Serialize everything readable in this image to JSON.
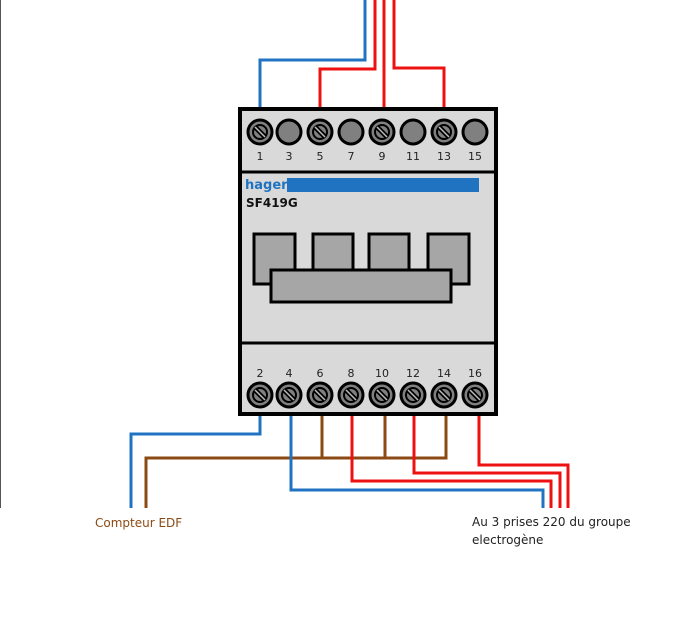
{
  "device": {
    "brand": "hager",
    "model": "SF419G"
  },
  "top_terminals": [
    {
      "label": "1",
      "type": "screw"
    },
    {
      "label": "3",
      "type": "plain"
    },
    {
      "label": "5",
      "type": "screw"
    },
    {
      "label": "7",
      "type": "plain"
    },
    {
      "label": "9",
      "type": "screw"
    },
    {
      "label": "11",
      "type": "plain"
    },
    {
      "label": "13",
      "type": "screw"
    },
    {
      "label": "15",
      "type": "plain"
    }
  ],
  "bottom_terminals": [
    {
      "label": "2",
      "type": "screw"
    },
    {
      "label": "4",
      "type": "screw"
    },
    {
      "label": "6",
      "type": "screw"
    },
    {
      "label": "8",
      "type": "screw"
    },
    {
      "label": "10",
      "type": "screw"
    },
    {
      "label": "12",
      "type": "screw"
    },
    {
      "label": "14",
      "type": "screw"
    },
    {
      "label": "16",
      "type": "screw"
    }
  ],
  "wires": {
    "top": [
      {
        "terminal": "1",
        "color": "neutral"
      },
      {
        "terminal": "5",
        "color": "phase"
      },
      {
        "terminal": "9",
        "color": "phase"
      },
      {
        "terminal": "13",
        "color": "phase"
      }
    ],
    "bottom": [
      {
        "terminal": "2",
        "color": "neutral",
        "destination": "Compteur EDF"
      },
      {
        "terminal": "4",
        "color": "neutral",
        "destination": "groupe electrogène"
      },
      {
        "terminal": "6",
        "color": "earth",
        "destination": "Compteur EDF"
      },
      {
        "terminal": "8",
        "color": "phase",
        "destination": "groupe electrogène"
      },
      {
        "terminal": "10",
        "color": "earth",
        "destination": "Compteur EDF"
      },
      {
        "terminal": "12",
        "color": "phase",
        "destination": "groupe electrogène"
      },
      {
        "terminal": "14",
        "color": "earth",
        "destination": "Compteur EDF"
      },
      {
        "terminal": "16",
        "color": "phase",
        "destination": "groupe electrogène"
      }
    ]
  },
  "colors": {
    "neutral": "#1f73c0",
    "phase": "#ee1111",
    "earth": "#8b4a14",
    "brand": "#1f73c0",
    "body": "#d9d9d9",
    "screw": "#808080"
  },
  "captions": {
    "left": "Compteur EDF",
    "right_line1": "Au 3 prises 220 du groupe",
    "right_line2": "electrogène"
  }
}
